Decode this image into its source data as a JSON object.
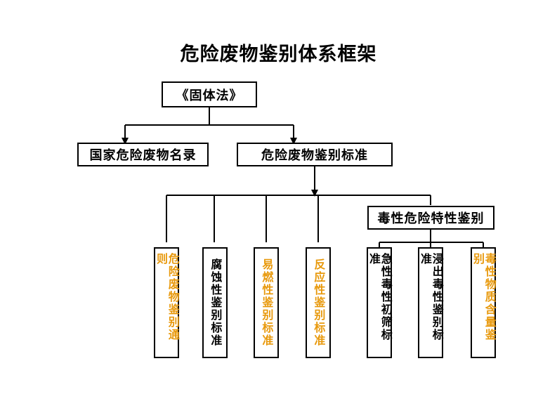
{
  "title": "危险废物鉴别体系框架",
  "colors": {
    "line": "#000000",
    "text": "#000000",
    "highlight": "#E8990C",
    "background": "#FFFFFF"
  },
  "nodes": {
    "root": {
      "label": "《固体法》"
    },
    "level2": [
      {
        "label": "国家危险废物名录"
      },
      {
        "label": "危险废物鉴别标准"
      }
    ],
    "level3": [
      {
        "label": "毒性危险特性鉴别"
      }
    ],
    "leaves": [
      {
        "label": "危险废物鉴别通则",
        "highlight": true
      },
      {
        "label": "腐蚀性鉴别标准",
        "highlight": false
      },
      {
        "label": "易燃性鉴别标准",
        "highlight": true
      },
      {
        "label": "反应性鉴别标准",
        "highlight": true
      },
      {
        "label": "急性毒性初筛标准",
        "highlight": false
      },
      {
        "label": "浸出毒性鉴别标准",
        "highlight": false
      },
      {
        "label": "毒性物质含量鉴别",
        "highlight": true
      }
    ]
  }
}
